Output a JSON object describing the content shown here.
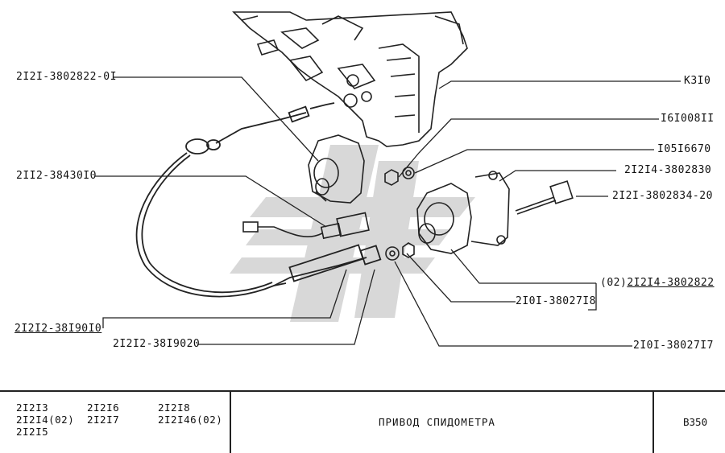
{
  "labels": {
    "l1": "2I2I-3802822-0I",
    "l2": "2II2-38430I0",
    "l3": "2I2I2-38I90I0",
    "l4": "2I2I2-38I9020",
    "r1": "K3I0",
    "r2": "I6I008II",
    "r3": "I05I6670",
    "r4": "2I2I4-3802830",
    "r5": "2I2I-3802834-20",
    "r6_prefix": "(02)",
    "r6": "2I2I4-3802822",
    "r7": "2I0I-38027I8",
    "r8": "2I0I-38027I7"
  },
  "footer": {
    "models": [
      "2I2I3",
      "2I2I4(02)",
      "2I2I5",
      "2I2I6",
      "2I2I7",
      "2I2I8",
      "2I2I46(02)"
    ],
    "title": "ПРИВОД  СПИДОМЕТРА",
    "page_code": "B350"
  }
}
